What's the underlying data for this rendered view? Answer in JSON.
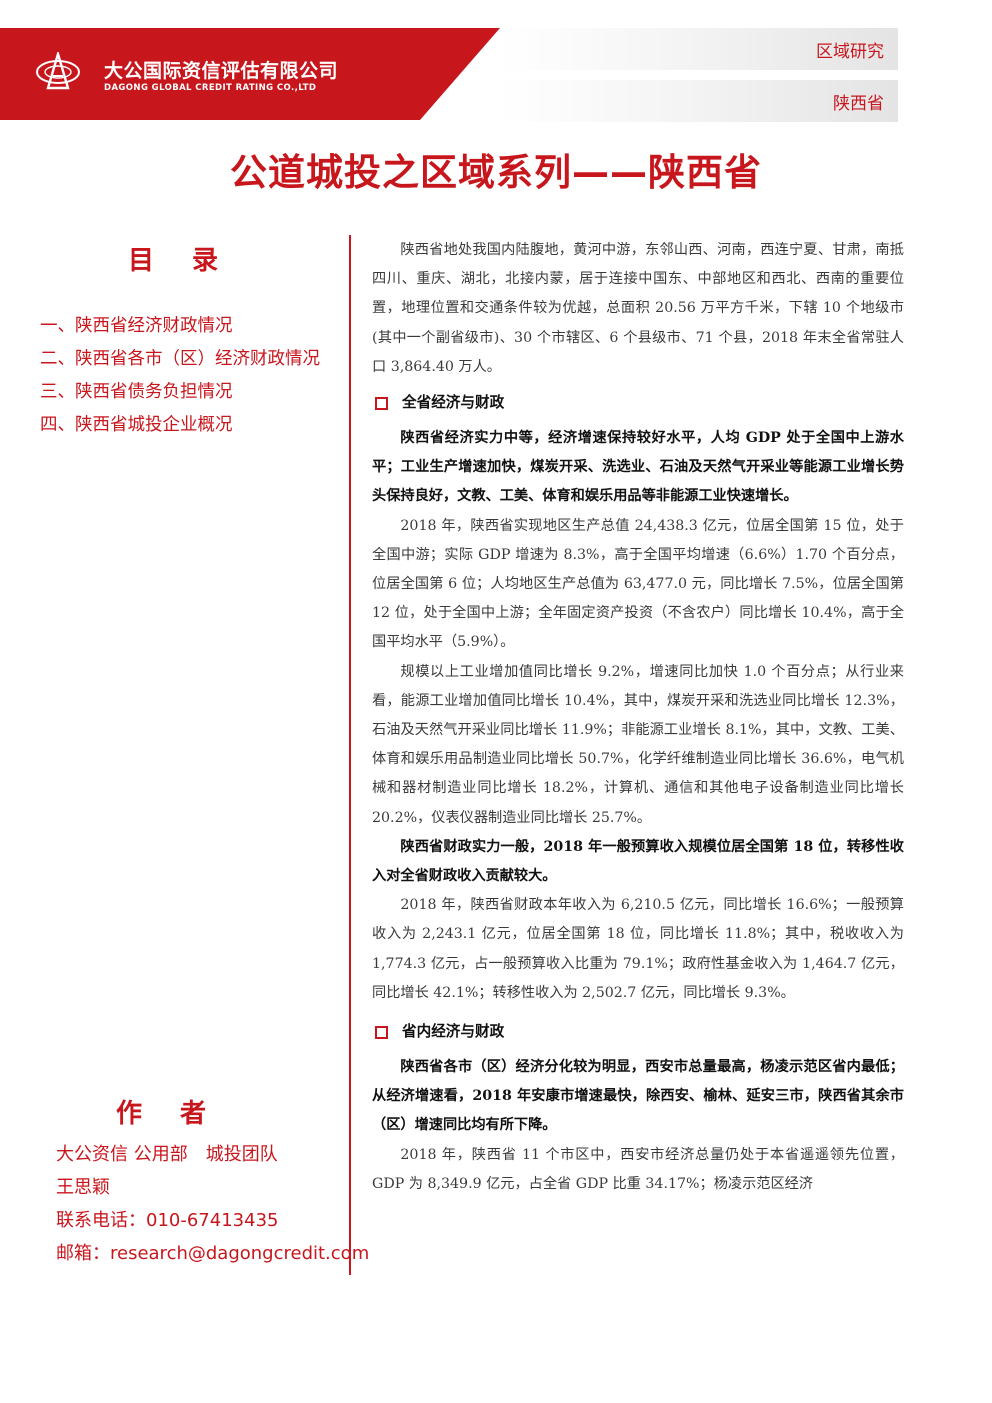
{
  "header": {
    "company_cn": "大公国际资信评估有限公司",
    "company_en": "DAGONG GLOBAL CREDIT RATING CO.,LTD",
    "logo_icon": "dagong-logo-icon",
    "tag1": "区域研究",
    "tag2": "陕西省",
    "brand_color": "#c8161d"
  },
  "title": "公道城投之区域系列——陕西省",
  "toc": {
    "heading": "目录",
    "items": [
      "一、陕西省经济财政情况",
      "二、陕西省各市（区）经济财政情况",
      "三、陕西省债务负担情况",
      "四、陕西省城投企业概况"
    ]
  },
  "author": {
    "heading": "作者",
    "line1": "大公资信 公用部　城投团队",
    "line2": "王思颖",
    "line3": "联系电话：010-67413435",
    "line4": "邮箱：research@dagongcredit.com"
  },
  "body": {
    "intro": "陕西省地处我国内陆腹地，黄河中游，东邻山西、河南，西连宁夏、甘肃，南抵四川、重庆、湖北，北接内蒙，居于连接中国东、中部地区和西北、西南的重要位置，地理位置和交通条件较为优越，总面积 20.56 万平方千米，下辖 10 个地级市(其中一个副省级市)、30 个市辖区、6 个县级市、71 个县，2018 年末全省常驻人口 3,864.40 万人。",
    "section1_title": "全省经济与财政",
    "s1_bold1": "陕西省经济实力中等，经济增速保持较好水平，人均 GDP 处于全国中上游水平；工业生产增速加快，煤炭开采、洗选业、石油及天然气开采业等能源工业增长势头保持良好，文教、工美、体育和娱乐用品等非能源工业快速增长。",
    "s1_p1": "2018 年，陕西省实现地区生产总值 24,438.3 亿元，位居全国第 15 位，处于全国中游；实际 GDP 增速为 8.3%，高于全国平均增速（6.6%）1.70 个百分点，位居全国第 6 位；人均地区生产总值为 63,477.0 元，同比增长 7.5%，位居全国第 12 位，处于全国中上游；全年固定资产投资（不含农户）同比增长 10.4%，高于全国平均水平（5.9%）。",
    "s1_p2": "规模以上工业增加值同比增长 9.2%，增速同比加快 1.0 个百分点；从行业来看，能源工业增加值同比增长 10.4%，其中，煤炭开采和洗选业同比增长 12.3%，石油及天然气开采业同比增长 11.9%；非能源工业增长 8.1%，其中，文教、工美、体育和娱乐用品制造业同比增长 50.7%，化学纤维制造业同比增长 36.6%，电气机械和器材制造业同比增长 18.2%，计算机、通信和其他电子设备制造业同比增长 20.2%，仪表仪器制造业同比增长 25.7%。",
    "s1_bold2": "陕西省财政实力一般，2018 年一般预算收入规模位居全国第 18 位，转移性收入对全省财政收入贡献较大。",
    "s1_p3": "2018 年，陕西省财政本年收入为 6,210.5 亿元，同比增长 16.6%；一般预算收入为 2,243.1 亿元，位居全国第 18 位，同比增长 11.8%；其中，税收收入为 1,774.3 亿元，占一般预算收入比重为 79.1%；政府性基金收入为 1,464.7 亿元，同比增长 42.1%；转移性收入为 2,502.7 亿元，同比增长 9.3%。",
    "section2_title": "省内经济与财政",
    "s2_bold1": "陕西省各市（区）经济分化较为明显，西安市总量最高，杨凌示范区省内最低；从经济增速看，2018 年安康市增速最快，除西安、榆林、延安三市，陕西省其余市（区）增速同比均有所下降。",
    "s2_p1": "2018 年，陕西省 11 个市区中，西安市经济总量仍处于本省遥遥领先位置，GDP 为 8,349.9 亿元，占全省 GDP 比重 34.17%；杨凌示范区经济"
  }
}
